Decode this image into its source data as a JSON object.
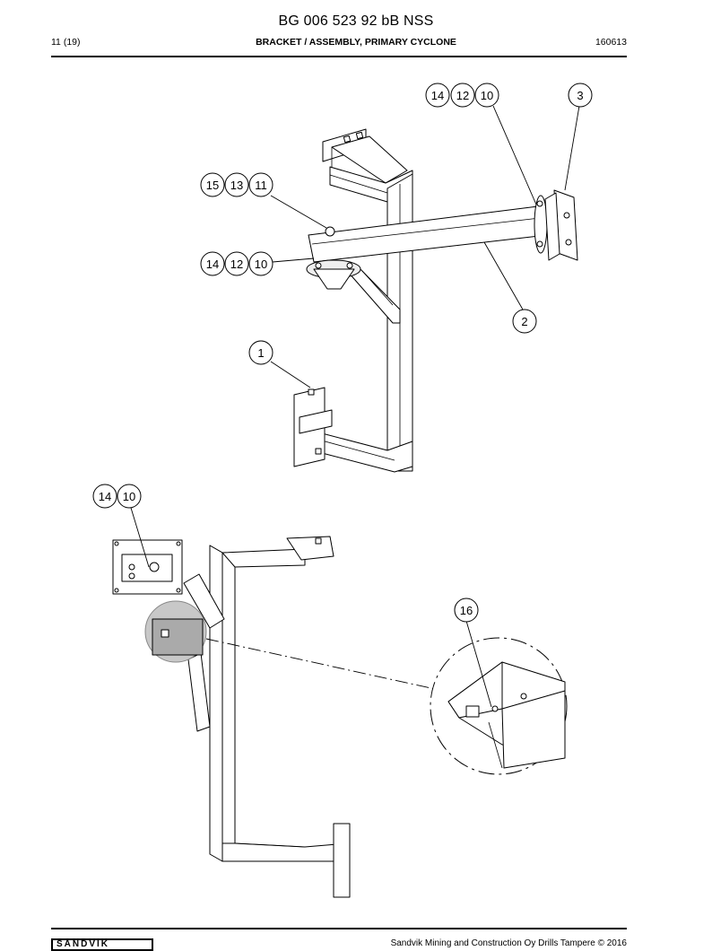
{
  "header": {
    "doc_id": "BG 006 523 92 bB NSS",
    "page": "11 (19)",
    "title": "BRACKET / ASSEMBLY, PRIMARY CYCLONE",
    "date": "160613"
  },
  "callouts": {
    "group_a": [
      "14",
      "12",
      "10"
    ],
    "group_b": "3",
    "group_c": [
      "15",
      "13",
      "11"
    ],
    "group_d": [
      "14",
      "12",
      "10"
    ],
    "group_e": "2",
    "group_f": "1",
    "group_g": [
      "14",
      "10"
    ],
    "group_h": "16"
  },
  "footer": {
    "logo": "SANDVIK",
    "copyright": "Sandvik Mining and Construction Oy Drills Tampere © 2016"
  }
}
